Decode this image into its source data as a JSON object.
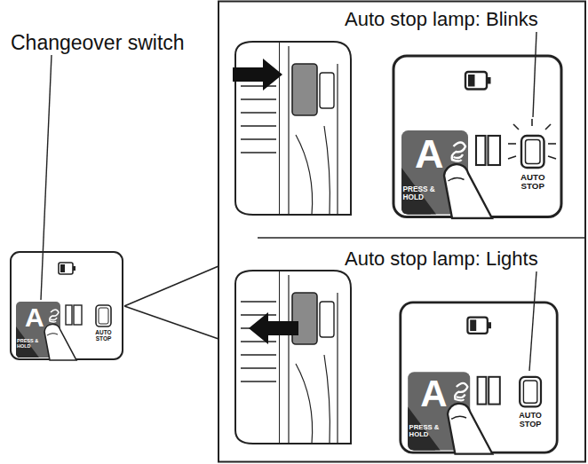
{
  "diagram": {
    "labels": [
      "Changeover switch",
      "A",
      "PRESS & HOLD",
      "AUTO STOP",
      "Auto stop lamp: Blinks",
      "A",
      "PRESS & HOLD",
      "AUTO STOP",
      "Auto stop lamp: Lights",
      "A",
      "PRESS & HOLD",
      "AUTO STOP"
    ]
  }
}
